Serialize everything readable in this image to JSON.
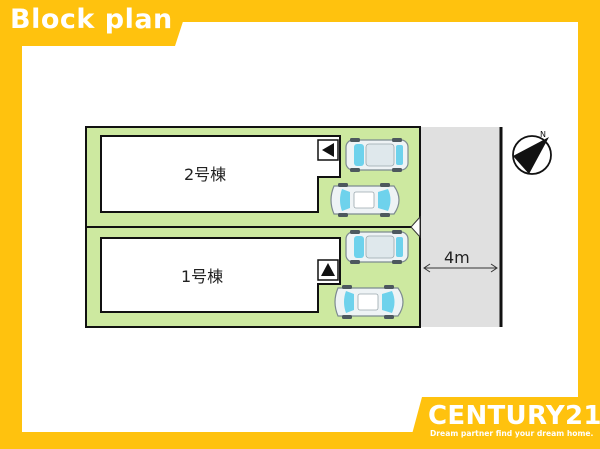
{
  "title": "Block plan",
  "plan": {
    "buildings": [
      {
        "label": "2号棟",
        "entrance": "left-arrow-icon"
      },
      {
        "label": "1号棟",
        "entrance": "up-arrow-icon"
      }
    ],
    "road": {
      "width_label": "4m"
    },
    "north_icon": "compass-north-icon",
    "cars": [
      "van-icon",
      "sedan-icon",
      "van-icon",
      "sedan-icon"
    ]
  },
  "brand": {
    "name": "CENTURY21",
    "tagline": "Dream partner find your dream home."
  },
  "colors": {
    "background": "#ffc20e",
    "lot": "#cde9a0",
    "road": "#e0e0e0",
    "car_body": "#eef3f5",
    "car_glass": "#6ed2ec"
  }
}
